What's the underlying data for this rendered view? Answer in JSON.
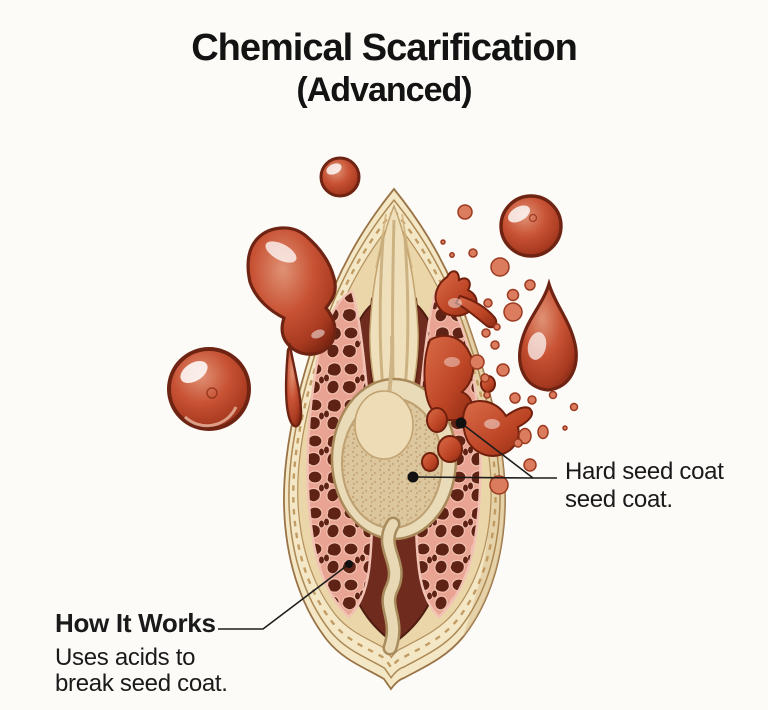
{
  "title": {
    "line1": "Chemical Scarification",
    "line2": "(Advanced)"
  },
  "callouts": {
    "hard_seed_coat": {
      "line1": "Hard seed coat",
      "line2": "seed coat."
    },
    "how_it_works": {
      "heading": "How It Works",
      "line1": "Uses acids to",
      "line2": "break seed coat."
    }
  },
  "illustration": {
    "subject": "Seed cross-section with hard coat being dissolved by red acid droplets and splash on its right side",
    "elements": [
      "hard-seed-coat",
      "endosperm-lobes",
      "inner-cavity",
      "embryo",
      "acid-droplets",
      "acid-splash",
      "leader-lines"
    ]
  },
  "colors": {
    "background": "#fcfbf8",
    "text": "#131313",
    "leader_line": "#1c1c1c",
    "seed_coat": "#f3e7c6",
    "seed_coat_outline": "#997346",
    "seed_inner_band": "#ead6a8",
    "cavity": "#6f2b1d",
    "lobe_pink": "#e9a392",
    "lobe_cell": "#5f2315",
    "embryo_sac": "#dcc69e",
    "embryo_bulb": "#eedcb6",
    "acid_red": "#c24b30",
    "acid_dark_rim": "#6f2413",
    "acid_highlight": "#e9a58c"
  }
}
